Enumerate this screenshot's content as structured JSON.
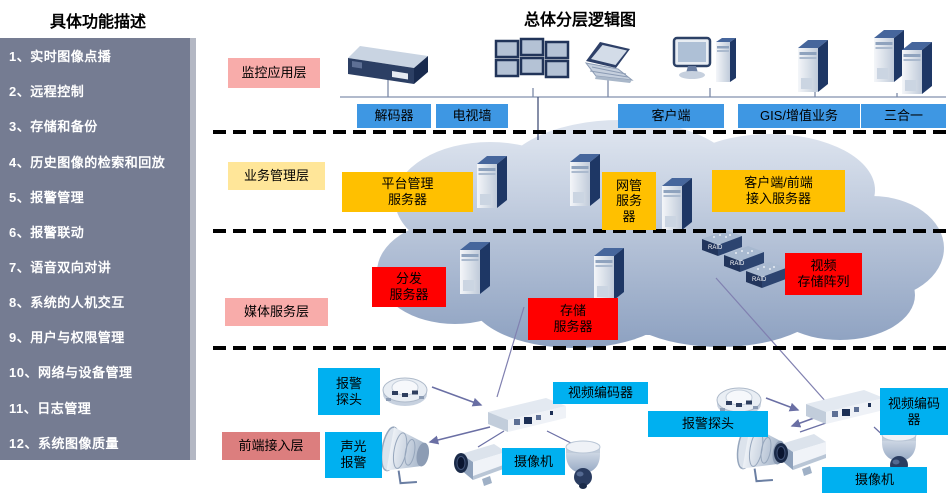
{
  "sidebar": {
    "title": "具体功能描述",
    "items": [
      "1、实时图像点播",
      "2、远程控制",
      "3、存储和备份",
      "4、历史图像的检索和回放",
      "5、报警管理",
      "6、报警联动",
      "7、语音双向对讲",
      "8、系统的人机交互",
      "9、用户与权限管理",
      "10、网络与设备管理",
      "11、日志管理",
      "12、系统图像质量"
    ]
  },
  "diagram": {
    "title": "总体分层逻辑图",
    "layers": {
      "app": "监控应用层",
      "business": "业务管理层",
      "media": "媒体服务层",
      "front": "前端接入层"
    },
    "app_layer": {
      "decoder": "解码器",
      "tv_wall": "电视墙",
      "client": "客户端",
      "gis": "GIS/增值业务",
      "three_in_one": "三合一"
    },
    "business_layer": {
      "platform": "平台管理\n服务器",
      "nms": "网管\n服务\n器",
      "access": "客户端/前端\n接入服务器"
    },
    "media_layer": {
      "dispatch": "分发\n服务器",
      "storage": "存储\n服务器",
      "array": "视频\n存储阵列",
      "raid": "RAID"
    },
    "front_layer": {
      "probe_left": "报警\n探头",
      "sound_light": "声光\n报警",
      "encoder_left": "视频编码器",
      "camera_left": "摄像机",
      "probe_right": "报警探头",
      "encoder_right": "视频编码\n器",
      "camera_right": "摄像机"
    },
    "icons": {
      "decoder": "rack-decoder-icon",
      "tv_wall": "tv-wall-icon",
      "laptop": "laptop-icon",
      "desktop": "desktop-pc-icon",
      "tower_server": "tower-server-icon",
      "cloud": "network-cloud-icon",
      "raid": "raid-array-icon",
      "smoke_detector": "alarm-probe-icon",
      "siren": "sound-light-siren-icon",
      "encoder": "video-encoder-icon",
      "box_camera": "box-camera-icon",
      "dome_camera": "dome-camera-icon"
    },
    "colors": {
      "sidebar_bg": "#757C92",
      "pink": "#F8ACAA",
      "salmon": "#DC7E7E",
      "yellow": "#FFE699",
      "blue": "#3E97E3",
      "orange": "#FFC000",
      "red": "#FF0000",
      "cyan": "#00B0F0"
    }
  }
}
